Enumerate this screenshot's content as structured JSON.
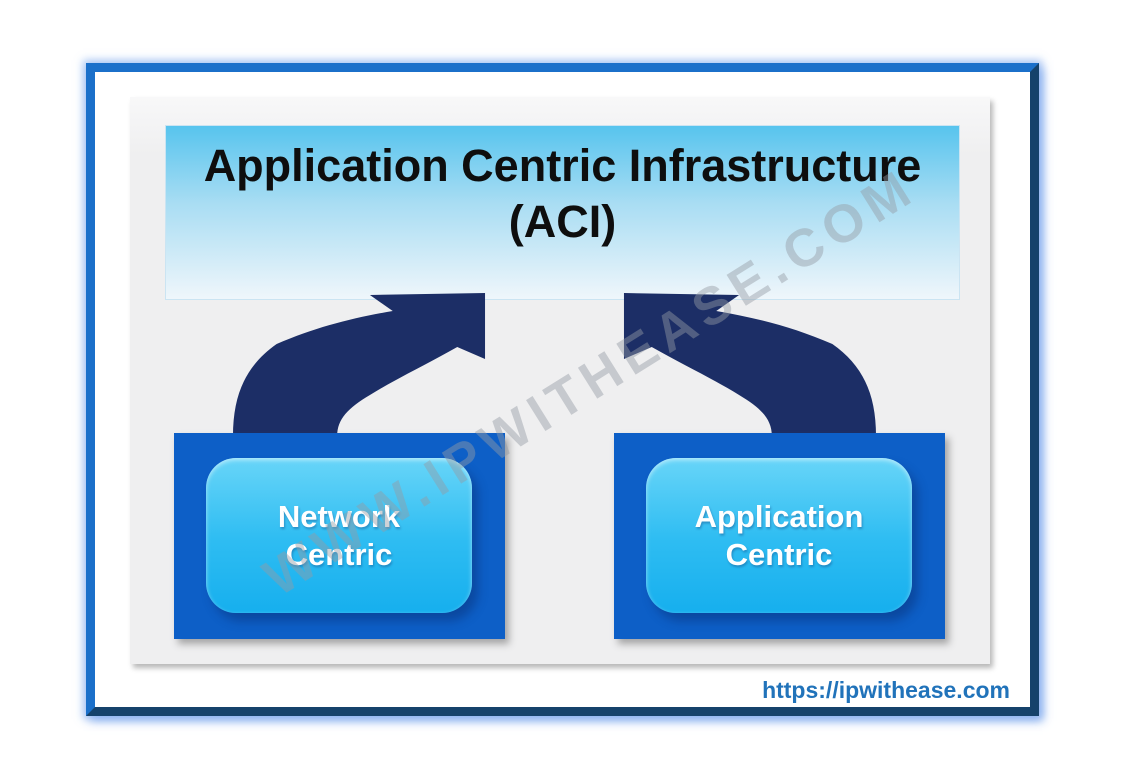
{
  "banner": {
    "title_line1": "Application Centric Infrastructure",
    "title_line2": "(ACI)"
  },
  "nodes": [
    {
      "name": "network-centric",
      "line1": "Network",
      "line2": "Centric"
    },
    {
      "name": "application-centric",
      "line1": "Application",
      "line2": "Centric"
    }
  ],
  "arrows": [
    {
      "icon": "curved-arrow-up-right-icon"
    },
    {
      "icon": "curved-arrow-up-left-icon"
    }
  ],
  "watermark": {
    "text": "WWW.IPWITHEASE.COM"
  },
  "footer": {
    "url": "https://ipwithease.com"
  },
  "colors": {
    "frame_blue_light": "#1B70CA",
    "frame_blue_dark": "#15426B",
    "panel_gray": "#EFEFF0",
    "banner_top": "#57C4EE",
    "banner_bottom": "#EFF6FB",
    "node_outer_blue": "#0D5FC7",
    "node_inner_top": "#68D5F8",
    "node_inner_bottom": "#16AFEE",
    "arrow_navy": "#1C2E66",
    "title_text": "#0E0E0E",
    "node_text": "#FFFFFF",
    "url_blue": "#2173BA",
    "watermark_gray": "#949BA3"
  }
}
